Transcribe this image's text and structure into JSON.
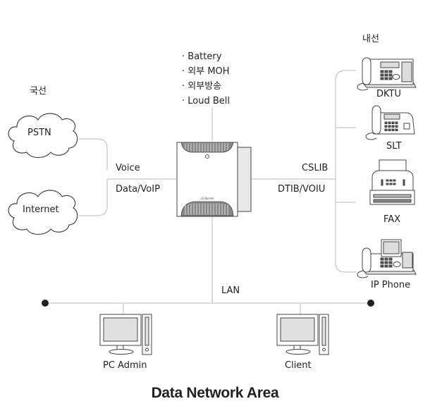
{
  "diagram": {
    "title": "Data Network Area",
    "trunk_group_label": "국선",
    "extension_group_label": "내선",
    "top_features": [
      "Battery",
      "외부 MOH",
      "외부방송",
      "Loud Bell"
    ],
    "bullet_char": "·",
    "left_link_labels": {
      "upper": "Voice",
      "lower": "Data/VoIP"
    },
    "right_link_labels": {
      "upper": "CSLIB",
      "lower": "DTIB/VOIU"
    },
    "lan_label": "LAN",
    "clouds": [
      {
        "id": "pstn",
        "label": "PSTN"
      },
      {
        "id": "internet",
        "label": "Internet"
      }
    ],
    "pbx": {
      "brand": "LG-Nortel"
    },
    "extensions": [
      {
        "id": "dktu",
        "label": "DKTU",
        "icon": "digital-key-telephone-icon"
      },
      {
        "id": "slt",
        "label": "SLT",
        "icon": "single-line-telephone-icon"
      },
      {
        "id": "fax",
        "label": "FAX",
        "icon": "fax-machine-icon"
      },
      {
        "id": "ip-phone",
        "label": "IP Phone",
        "icon": "ip-phone-icon"
      }
    ],
    "lan_devices": [
      {
        "id": "pc-admin",
        "label": "PC Admin",
        "icon": "desktop-computer-icon"
      },
      {
        "id": "client",
        "label": "Client",
        "icon": "desktop-computer-icon"
      }
    ],
    "colors": {
      "line": "#c8c8c8",
      "outline": "#444444",
      "fill_light": "#e6e6e6",
      "text": "#231f20",
      "node": "#231f20"
    }
  }
}
